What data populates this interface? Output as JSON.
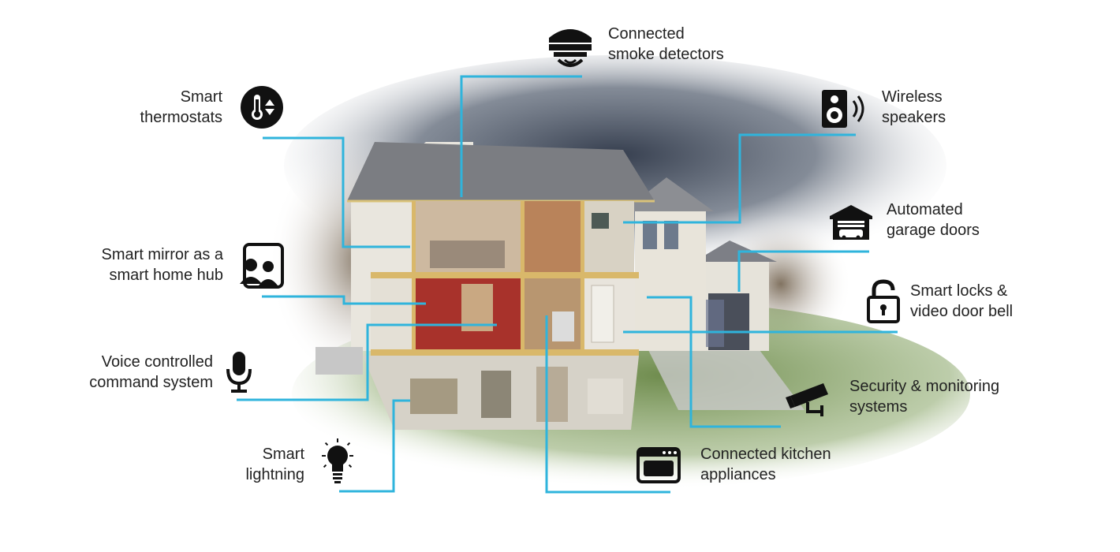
{
  "accent_color": "#2fb4dc",
  "features": {
    "smoke": {
      "line1": "Connected",
      "line2": "smoke detectors",
      "icon": "smoke-detector-icon"
    },
    "thermostat": {
      "line1": "Smart",
      "line2": "thermostats",
      "icon": "thermometer-icon"
    },
    "speakers": {
      "line1": "Wireless",
      "line2": "speakers",
      "icon": "speaker-icon"
    },
    "garage": {
      "line1": "Automated",
      "line2": "garage doors",
      "icon": "garage-icon"
    },
    "mirror": {
      "line1": "Smart mirror as a",
      "line2": "smart home hub",
      "icon": "mirror-users-icon"
    },
    "locks": {
      "line1": "Smart locks &",
      "line2": "video door bell",
      "icon": "padlock-icon"
    },
    "voice": {
      "line1": "Voice controlled",
      "line2": "command system",
      "icon": "microphone-icon"
    },
    "security": {
      "line1": "Security & monitoring",
      "line2": "systems",
      "icon": "security-camera-icon"
    },
    "lighting": {
      "line1": "Smart",
      "line2": "lightning",
      "icon": "light-bulb-icon"
    },
    "kitchen": {
      "line1": "Connected kitchen",
      "line2": "appliances",
      "icon": "oven-icon"
    }
  }
}
